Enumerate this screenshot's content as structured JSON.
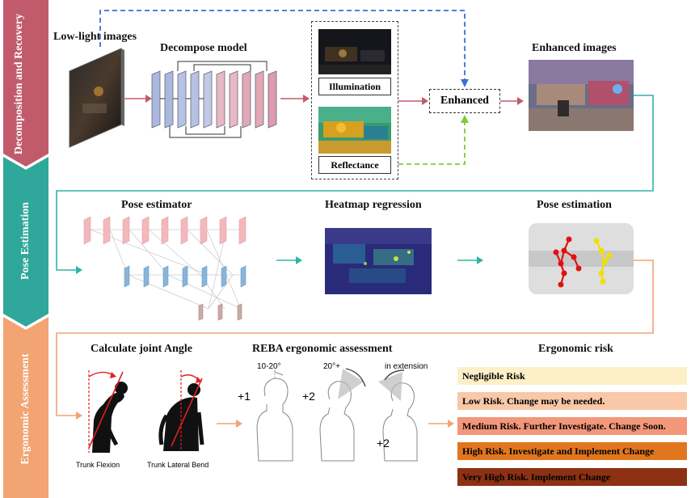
{
  "sections": {
    "decomposition": "Decomposition and Recovery",
    "pose": "Pose Estimation",
    "ergonomic": "Ergonomic Assessment"
  },
  "row1": {
    "low_light": "Low-light images",
    "decompose": "Decompose model",
    "illumination": "Illumination",
    "reflectance": "Reflectance",
    "enhanced": "Enhanced",
    "enhanced_images": "Enhanced images"
  },
  "row2": {
    "pose_estimator": "Pose estimator",
    "heatmap": "Heatmap regression",
    "pose_estimation": "Pose estimation"
  },
  "row3": {
    "joint_angle": "Calculate joint Angle",
    "reba": "REBA ergonomic assessment",
    "ergonomic_risk": "Ergonomic risk",
    "trunk_flexion": "Trunk Flexion",
    "trunk_lateral": "Trunk Lateral Bend",
    "score1": "+1",
    "score2": "+2",
    "score3": "+2",
    "angle1": "10-20°",
    "angle2": "20°+",
    "angle3": "in extension"
  },
  "risks": [
    {
      "label": "Negligible Risk",
      "color": "#fdf0c8"
    },
    {
      "label": "Low Risk. Change may be needed.",
      "color": "#f8c8a8"
    },
    {
      "label": "Medium Risk. Further Investigate. Change Soon.",
      "color": "#f2977a"
    },
    {
      "label": "High Risk. Investigate and Implement Change",
      "color": "#e1761f"
    },
    {
      "label": "Very High Risk. Implement Change",
      "color": "#8c3113"
    }
  ],
  "colors": {
    "decomposition_band": "#c15b6c",
    "pose_band": "#2fa79a",
    "ergonomic_band": "#f2a472",
    "arrow_red": "#c45a6a",
    "arrow_teal": "#2fb3a8",
    "arrow_orange": "#f2a472",
    "dash_blue": "#3a6fd8",
    "dash_green": "#7acb3c"
  }
}
